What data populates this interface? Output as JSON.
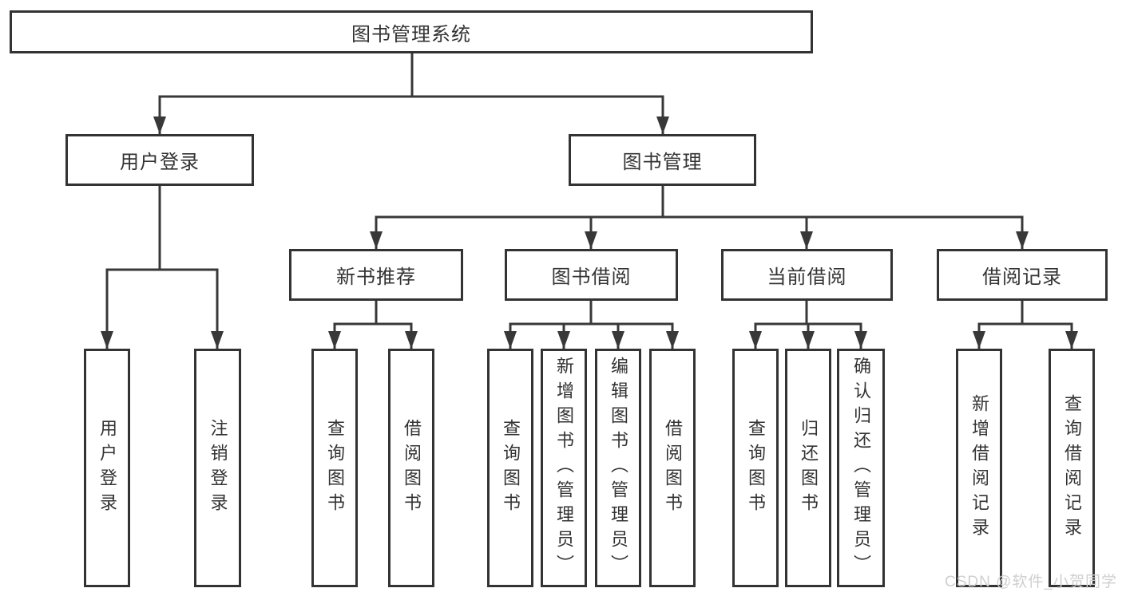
{
  "colors": {
    "background": "#ffffff",
    "line": "#383838",
    "box_border": "#333333",
    "text": "#333333",
    "watermark": "#cfcfcf"
  },
  "watermark": {
    "text": "CSDN @软件_小贺同学"
  },
  "diagram": {
    "root": {
      "label": "图书管理系统"
    },
    "branches": [
      {
        "label": "用户登录",
        "children": [
          {
            "label": "用户登录"
          },
          {
            "label": "注销登录"
          }
        ]
      },
      {
        "label": "图书管理",
        "children": [
          {
            "label": "新书推荐",
            "children": [
              {
                "label": "查询图书"
              },
              {
                "label": "借阅图书"
              }
            ]
          },
          {
            "label": "图书借阅",
            "children": [
              {
                "label": "查询图书"
              },
              {
                "label": "新增图书（管理员）"
              },
              {
                "label": "编辑图书（管理员）"
              },
              {
                "label": "借阅图书"
              }
            ]
          },
          {
            "label": "当前借阅",
            "children": [
              {
                "label": "查询图书"
              },
              {
                "label": "归还图书"
              },
              {
                "label": "确认归还（管理员）"
              }
            ]
          },
          {
            "label": "借阅记录",
            "children": [
              {
                "label": "新增借阅记录"
              },
              {
                "label": "查询借阅记录"
              }
            ]
          }
        ]
      }
    ]
  }
}
